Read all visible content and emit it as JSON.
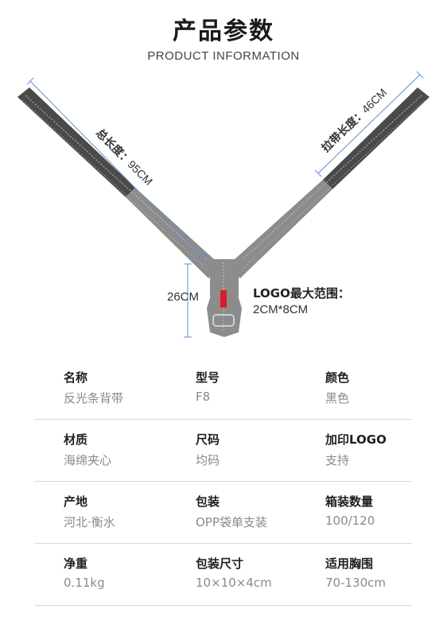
{
  "header": {
    "title": "产品参数",
    "subtitle": "PRODUCT INFORMATION"
  },
  "diagram": {
    "total_length_label": "总长度：",
    "total_length_value": "95CM",
    "strap_length_label": "拉带长度：",
    "strap_length_value": "46CM",
    "front_length_value": "26CM",
    "logo_title": "LOGO最大范围：",
    "logo_size": "2CM*8CM"
  },
  "specs": [
    [
      {
        "label": "名称",
        "value": "反光条背带"
      },
      {
        "label": "型号",
        "value": "F8"
      },
      {
        "label": "颜色",
        "value": "黑色"
      }
    ],
    [
      {
        "label": "材质",
        "value": "海绵夹心"
      },
      {
        "label": "尺码",
        "value": "均码"
      },
      {
        "label": "加印LOGO",
        "value": "支持"
      }
    ],
    [
      {
        "label": "产地",
        "value": "河北·衡水"
      },
      {
        "label": "包装",
        "value": "OPP袋单支装"
      },
      {
        "label": "箱装数量",
        "value": "100/120"
      }
    ],
    [
      {
        "label": "净重",
        "value": "0.11kg"
      },
      {
        "label": "包装尺寸",
        "value": "10×10×4cm"
      },
      {
        "label": "适用胸围",
        "value": "70-130cm"
      }
    ]
  ]
}
